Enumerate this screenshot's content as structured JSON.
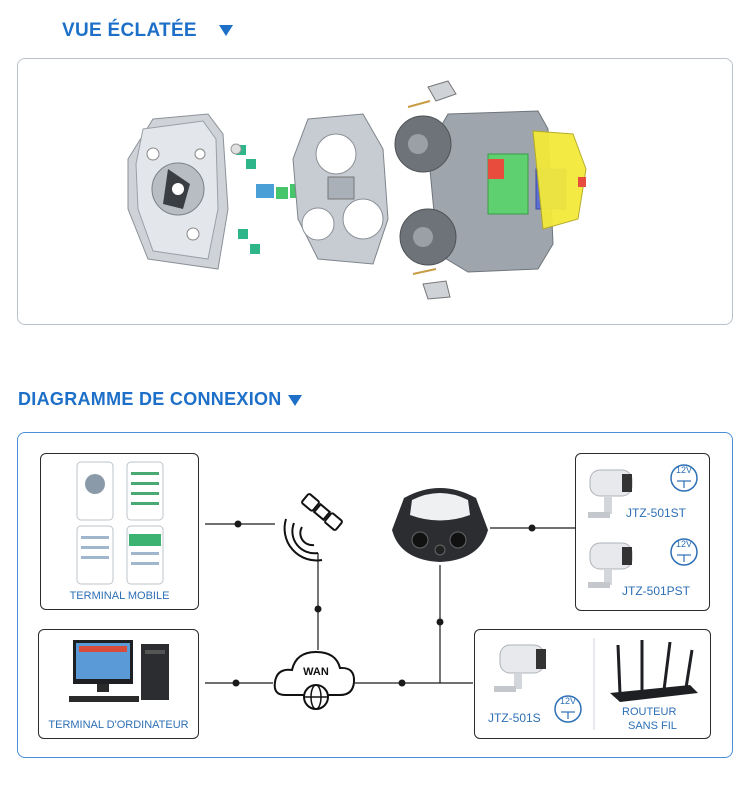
{
  "headings": {
    "exploded_view": "VUE ÉCLATÉE",
    "connection_diagram": "DIAGRAMME DE CONNEXION"
  },
  "diagram": {
    "terminal_mobile": "TERMINAL MOBILE",
    "terminal_computer": "TERMINAL D'ORDINATEUR",
    "wan": "WAN",
    "camera_1": "JTZ-501ST",
    "camera_2": "JTZ-501PST",
    "camera_3": "JTZ-501S",
    "voltage": "12V",
    "router_line1": "ROUTEUR",
    "router_line2": "SANS FIL"
  },
  "colors": {
    "accent": "#1e6fc8",
    "line": "#1a1a1a",
    "box_border": "#4a90d9"
  }
}
